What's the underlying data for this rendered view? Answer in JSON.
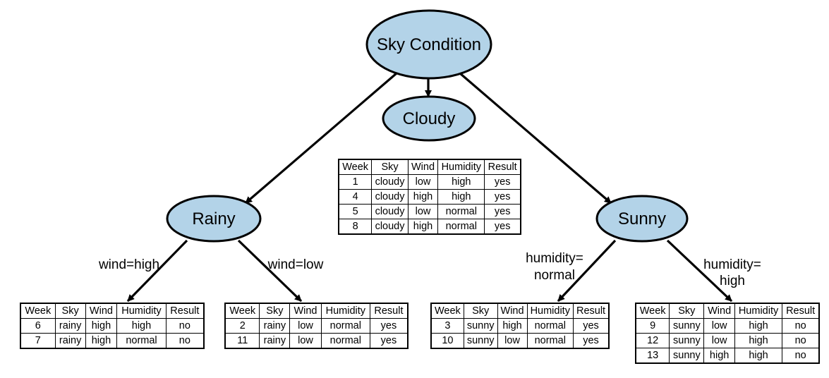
{
  "nodes": {
    "root": "Sky Condition",
    "cloudy": "Cloudy",
    "rainy": "Rainy",
    "sunny": "Sunny"
  },
  "edges": {
    "wind_high": "wind=high",
    "wind_low": "wind=low",
    "humidity_normal": [
      "humidity=",
      "normal"
    ],
    "humidity_high": [
      "humidity=",
      "high"
    ]
  },
  "colors": {
    "node_fill": "#b3d3e8",
    "stroke": "#000000"
  },
  "headers": [
    "Week",
    "Sky",
    "Wind",
    "Humidity",
    "Result"
  ],
  "tables": {
    "cloudy": [
      [
        "1",
        "cloudy",
        "low",
        "high",
        "yes"
      ],
      [
        "4",
        "cloudy",
        "high",
        "high",
        "yes"
      ],
      [
        "5",
        "cloudy",
        "low",
        "normal",
        "yes"
      ],
      [
        "8",
        "cloudy",
        "high",
        "normal",
        "yes"
      ]
    ],
    "rainy_wind_high": [
      [
        "6",
        "rainy",
        "high",
        "high",
        "no"
      ],
      [
        "7",
        "rainy",
        "high",
        "normal",
        "no"
      ]
    ],
    "rainy_wind_low": [
      [
        "2",
        "rainy",
        "low",
        "normal",
        "yes"
      ],
      [
        "11",
        "rainy",
        "low",
        "normal",
        "yes"
      ]
    ],
    "sunny_humidity_normal": [
      [
        "3",
        "sunny",
        "high",
        "normal",
        "yes"
      ],
      [
        "10",
        "sunny",
        "low",
        "normal",
        "yes"
      ]
    ],
    "sunny_humidity_high": [
      [
        "9",
        "sunny",
        "low",
        "high",
        "no"
      ],
      [
        "12",
        "sunny",
        "low",
        "high",
        "no"
      ],
      [
        "13",
        "sunny",
        "high",
        "high",
        "no"
      ]
    ]
  }
}
